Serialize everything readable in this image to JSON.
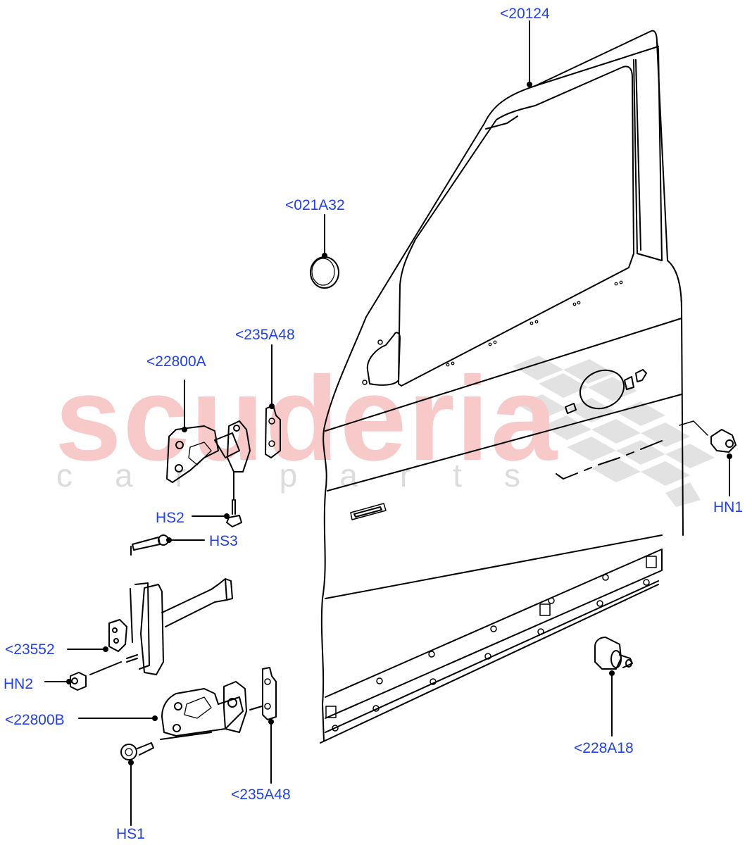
{
  "watermark": {
    "main": "scuderia",
    "sub": "car parts"
  },
  "colors": {
    "label": "#1f3ff0",
    "line": "#000000",
    "watermark_main": "#f7c9c9",
    "watermark_checker": "#d9d9d9"
  },
  "callouts": [
    {
      "id": "20124",
      "text": "<20124",
      "part": "front-door-shell"
    },
    {
      "id": "021A32",
      "text": "<021A32",
      "part": "round-plug"
    },
    {
      "id": "235A48-upper",
      "text": "<235A48",
      "part": "hinge-shim-upper"
    },
    {
      "id": "22800A",
      "text": "<22800A",
      "part": "upper-hinge"
    },
    {
      "id": "HS2",
      "text": "HS2",
      "part": "upper-hinge-bolt"
    },
    {
      "id": "HS3",
      "text": "HS3",
      "part": "check-strap-bolt"
    },
    {
      "id": "23552",
      "text": "<23552",
      "part": "door-check-strap"
    },
    {
      "id": "HN2",
      "text": "HN2",
      "part": "check-strap-nut"
    },
    {
      "id": "22800B",
      "text": "<22800B",
      "part": "lower-hinge"
    },
    {
      "id": "HS1",
      "text": "HS1",
      "part": "lower-hinge-bolt"
    },
    {
      "id": "235A48-lower",
      "text": "<235A48",
      "part": "hinge-shim-lower"
    },
    {
      "id": "HN1",
      "text": "HN1",
      "part": "door-nut"
    },
    {
      "id": "228A18",
      "text": "<228A18",
      "part": "door-bumper"
    }
  ]
}
